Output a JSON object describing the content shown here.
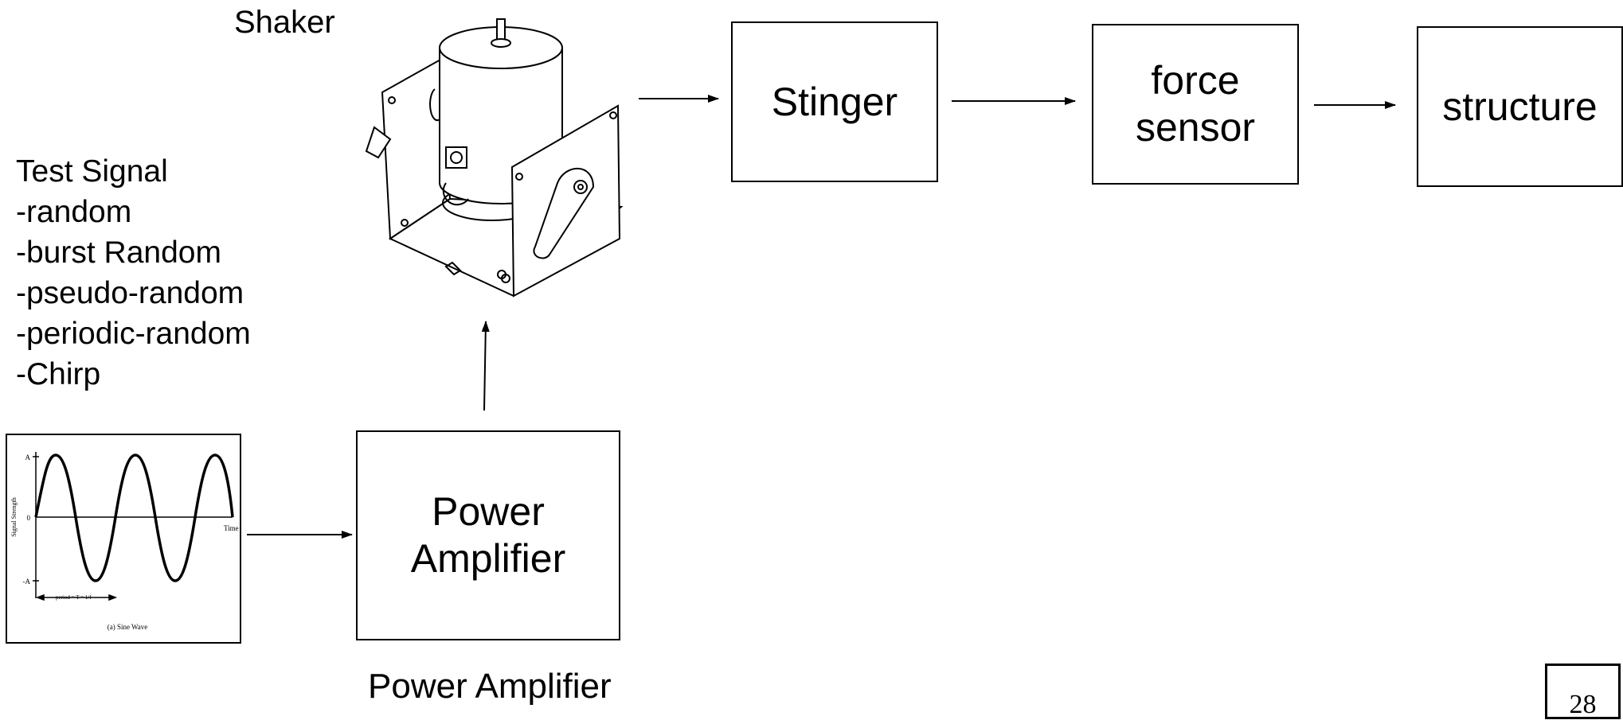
{
  "shaker": {
    "label": "Shaker"
  },
  "stinger": {
    "label": "Stinger"
  },
  "force_sensor": {
    "label": "force\nsensor"
  },
  "structure": {
    "label": "structure"
  },
  "power_amplifier": {
    "label": "Power\nAmplifier",
    "caption": "Power Amplifier"
  },
  "test_signal": {
    "heading": "Test Signal",
    "items": [
      "-random",
      "-burst Random",
      "-pseudo-random",
      "-periodic-random",
      "-Chirp"
    ]
  },
  "sine_plot": {
    "y_max_label": "A",
    "y_zero_label": "0",
    "y_min_label": "-A",
    "x_axis_label": "Time",
    "y_axis_label": "Signal Strength",
    "period_label": "period = T = 1/f",
    "caption": "(a) Sine Wave"
  },
  "page_number": "28"
}
